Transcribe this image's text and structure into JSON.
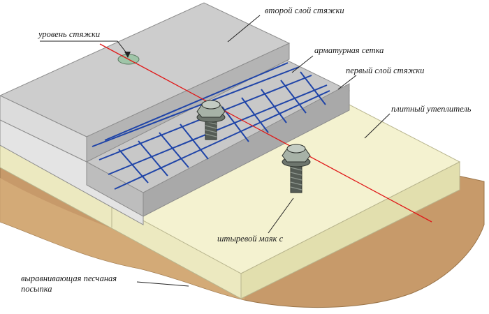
{
  "labels": {
    "second_layer": "второй слой стяжки",
    "screed_level": "уровень стяжки",
    "rebar_mesh": "арматурная сетка",
    "first_layer": "первый слой стяжки",
    "insulation": "плитный утеплитель",
    "pin_beacon": "штыревой маяк с",
    "sand_line1": "выравнивающая песчаная",
    "sand_line2": "посыпка"
  },
  "colors": {
    "soil": "#c79a6a",
    "insulation_top": "#f3f1cf",
    "concrete_top": "#c9c9c9",
    "mesh": "#1f44a8",
    "level_line": "#e01818"
  }
}
